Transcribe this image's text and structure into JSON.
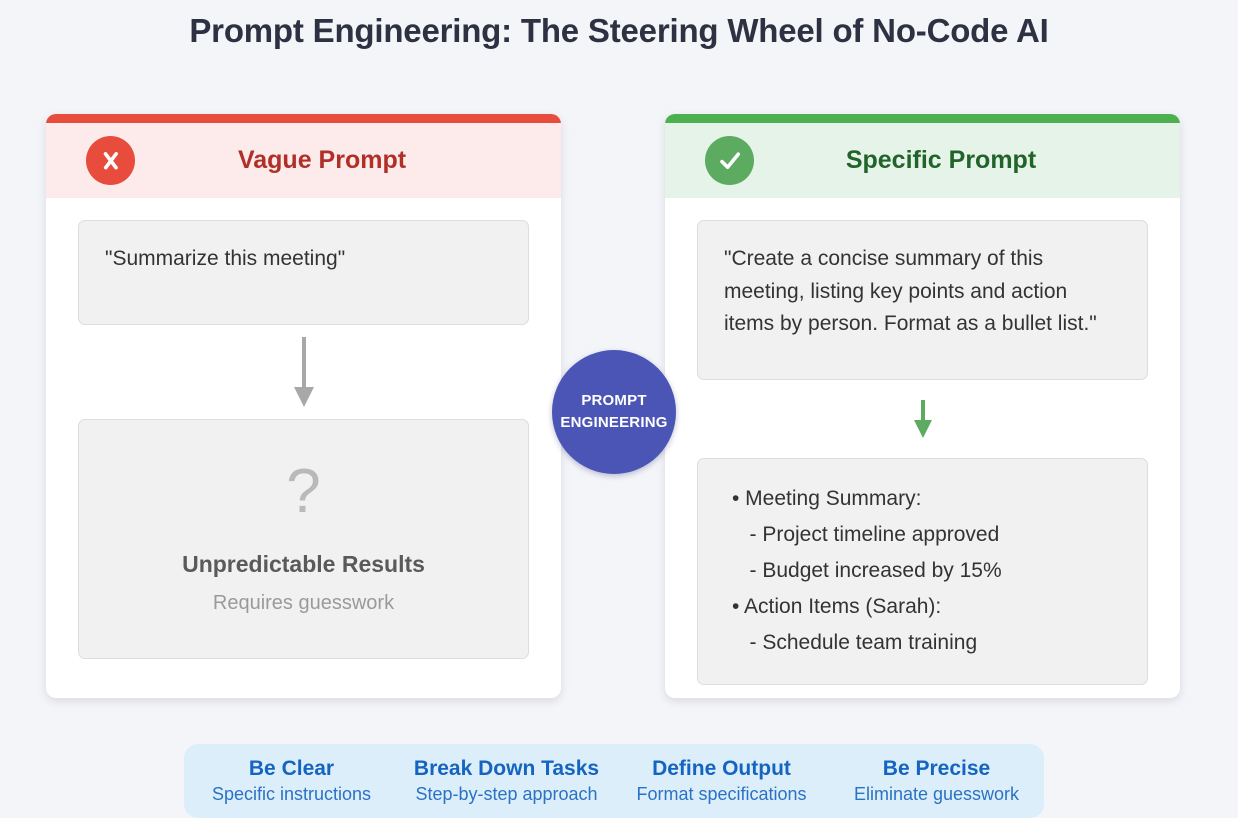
{
  "page": {
    "title": "Prompt Engineering: The Steering Wheel of No-Code AI",
    "background_color": "#f4f5f9"
  },
  "center_badge": {
    "line1": "PROMPT",
    "line2": "ENGINEERING",
    "color": "#4a55b5"
  },
  "panels": [
    {
      "id": "vague",
      "title": "Vague Prompt",
      "icon": "x-mark-icon",
      "accent_color": "#e74c3c",
      "header_bg": "#fdeaea",
      "title_color": "#b03028",
      "prompt_text": "\"Summarize this meeting\"",
      "arrow_color": "#a8a8a8",
      "result": {
        "symbol": "?",
        "heading": "Unpredictable Results",
        "subtext": "Requires guesswork"
      }
    },
    {
      "id": "specific",
      "title": "Specific Prompt",
      "icon": "check-mark-icon",
      "accent_color": "#4caf50",
      "header_bg": "#e6f3e8",
      "title_color": "#20642a",
      "prompt_text": "\"Create a concise summary of this meeting, listing key points and action items by person. Format as a bullet list.\"",
      "arrow_color": "#5cab61",
      "result": {
        "lines": [
          "• Meeting Summary:",
          "   - Project timeline approved",
          "   - Budget increased by 15%",
          "• Action Items (Sarah):",
          "   - Schedule team training"
        ]
      }
    }
  ],
  "tips": {
    "background_color": "#ddeefb",
    "items": [
      {
        "title": "Be Clear",
        "subtitle": "Specific instructions"
      },
      {
        "title": "Break Down Tasks",
        "subtitle": "Step-by-step approach"
      },
      {
        "title": "Define Output",
        "subtitle": "Format specifications"
      },
      {
        "title": "Be Precise",
        "subtitle": "Eliminate guesswork"
      }
    ]
  }
}
